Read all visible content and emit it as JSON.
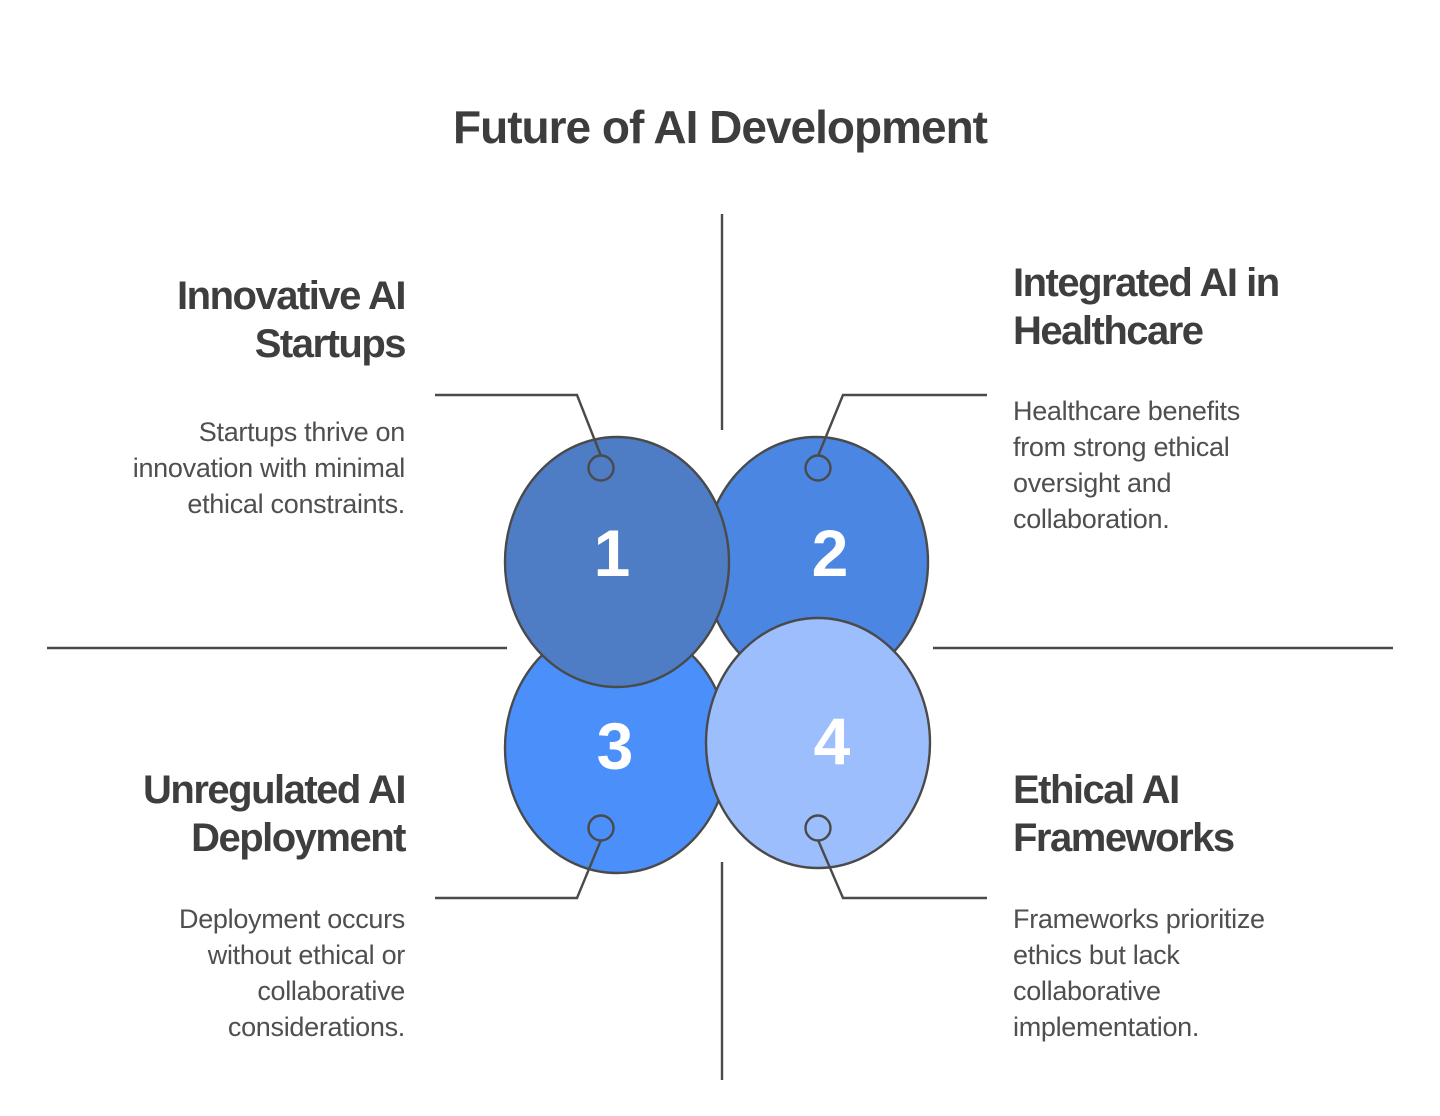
{
  "page": {
    "title": "Future of AI Development",
    "background_color": "#ffffff"
  },
  "colors": {
    "line_stroke": "#4a4a4a",
    "heading_text": "#3e3e3e",
    "description_text": "#4f4f4f",
    "title_text": "#3d3d3d",
    "number_text": "#ffffff"
  },
  "diagram": {
    "circles": [
      {
        "number": "1",
        "fill": "#4e7dc6"
      },
      {
        "number": "2",
        "fill": "#4a86e2"
      },
      {
        "number": "3",
        "fill": "#4b8ffa"
      },
      {
        "number": "4",
        "fill": "#9dbefd"
      }
    ]
  },
  "quadrants": [
    {
      "position": "top-left",
      "heading": "Innovative AI Startups",
      "heading_lines": [
        "Innovative AI",
        "Startups"
      ],
      "description": "Startups thrive on innovation with minimal ethical constraints.",
      "description_lines": [
        "Startups thrive on",
        "innovation with minimal",
        "ethical constraints."
      ]
    },
    {
      "position": "top-right",
      "heading": "Integrated AI in Healthcare",
      "heading_lines": [
        "Integrated AI in",
        "Healthcare"
      ],
      "description": "Healthcare benefits from strong ethical oversight and collaboration.",
      "description_lines": [
        "Healthcare benefits",
        "from strong ethical",
        "oversight and",
        "collaboration."
      ]
    },
    {
      "position": "bottom-left",
      "heading": "Unregulated AI Deployment",
      "heading_lines": [
        "Unregulated AI",
        "Deployment"
      ],
      "description": "Deployment occurs without ethical or collaborative considerations.",
      "description_lines": [
        "Deployment occurs",
        "without ethical or",
        "collaborative",
        "considerations."
      ]
    },
    {
      "position": "bottom-right",
      "heading": "Ethical AI Frameworks",
      "heading_lines": [
        "Ethical AI",
        "Frameworks"
      ],
      "description": "Frameworks prioritize ethics but lack collaborative implementation.",
      "description_lines": [
        "Frameworks prioritize",
        "ethics but lack",
        "collaborative",
        "implementation."
      ]
    }
  ]
}
